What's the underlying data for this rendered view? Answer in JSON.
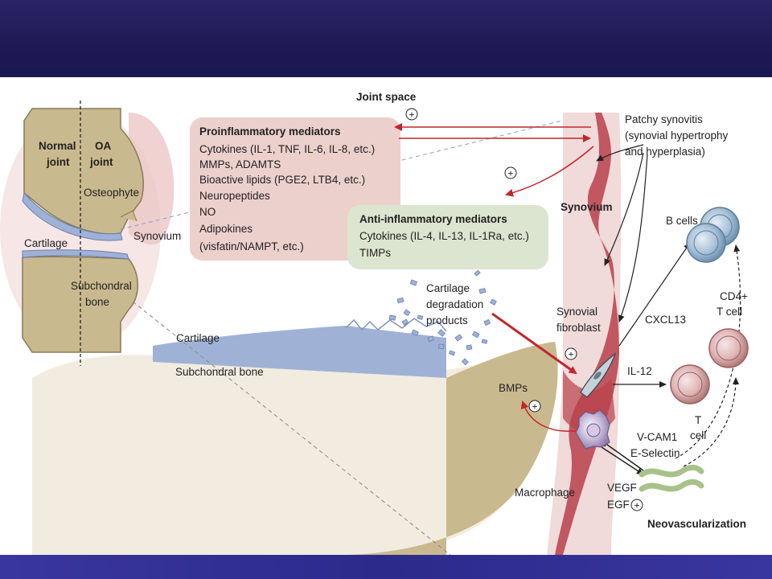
{
  "labels": {
    "joint_space": "Joint space",
    "patchy_synovitis": [
      "Patchy synovitis",
      "(synovial hypertrophy",
      "and hyperplasia)"
    ],
    "normal_joint": [
      "Normal",
      "joint"
    ],
    "oa_joint": [
      "OA",
      "joint"
    ],
    "osteophyte": "Osteophyte",
    "cartilage_small": "Cartilage",
    "synovium_small": "Synovium",
    "subchondral_small": [
      "Subchondral",
      "bone"
    ],
    "synovium_big": "Synovium",
    "b_cells": "B cells",
    "cartilage_degradation": [
      "Cartilage",
      "degradation",
      "products"
    ],
    "synovial_fibroblast": [
      "Synovial",
      "fibroblast"
    ],
    "cxcl13": "CXCL13",
    "cd4_t_cell": [
      "CD4+",
      "T cell"
    ],
    "cartilage_big": "Cartilage",
    "subchondral_big": "Subchondral bone",
    "il12": "IL-12",
    "t_cell": [
      "T",
      "cell"
    ],
    "bmps": "BMPs",
    "vcam": [
      "V-CAM1",
      "E-Selectin"
    ],
    "macrophage": "Macrophage",
    "vegf": "VEGF",
    "egf": "EGF",
    "neovascularization": "Neovascularization",
    "plus": "+"
  },
  "proinflammatory": {
    "title": "Proinflammatory mediators",
    "lines": [
      "Cytokines (IL-1, TNF, IL-6, IL-8, etc.)",
      "MMPs, ADAMTS",
      "Bioactive lipids (PGE2, LTB4, etc.)",
      "Neuropeptides",
      "NO",
      "Adipokines",
      "(visfatin/NAMPT, etc.)"
    ]
  },
  "antiinflammatory": {
    "title": "Anti-inflammatory mediators",
    "lines": [
      "Cytokines (IL-4, IL-13, IL-1Ra, etc.)",
      "TIMPs"
    ]
  },
  "colors": {
    "header": "#221d5c",
    "footer": "#332f96",
    "bone": "#c9b98e",
    "cartilage": "#9fb2d6",
    "synovium": "#b8404a",
    "pro_box": "#ecd0cc",
    "anti_box": "#dce5cf",
    "arrow_red": "#c0282c"
  }
}
